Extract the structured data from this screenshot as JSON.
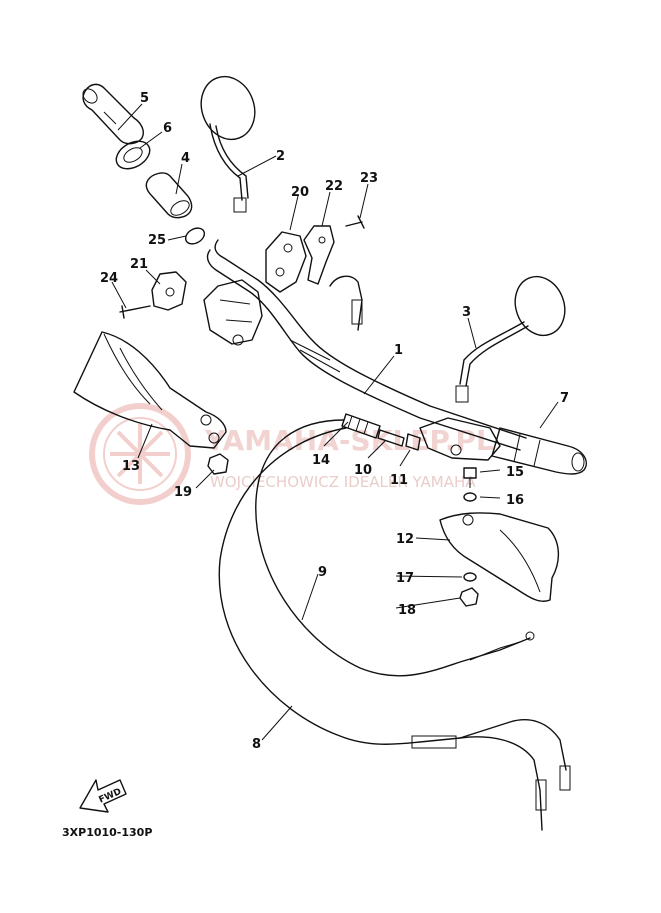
{
  "watermark": {
    "title": "YAMAHA-SKLEP.PL",
    "subtitle": "WOJCIECHOWICZ IDEALER YAMAHA",
    "color": "#e9b7b3"
  },
  "diagram_code": "3XP1010-130P",
  "fwd_label": "FWD",
  "callouts": {
    "c1": "1",
    "c2": "2",
    "c3": "3",
    "c4": "4",
    "c5": "5",
    "c6": "6",
    "c7": "7",
    "c8": "8",
    "c9": "9",
    "c10": "10",
    "c11": "11",
    "c12": "12",
    "c13": "13",
    "c14": "14",
    "c15": "15",
    "c16": "16",
    "c17": "17",
    "c18": "18",
    "c19": "19",
    "c20": "20",
    "c21": "21",
    "c22": "22",
    "c23": "23",
    "c24": "24",
    "c25": "25"
  }
}
